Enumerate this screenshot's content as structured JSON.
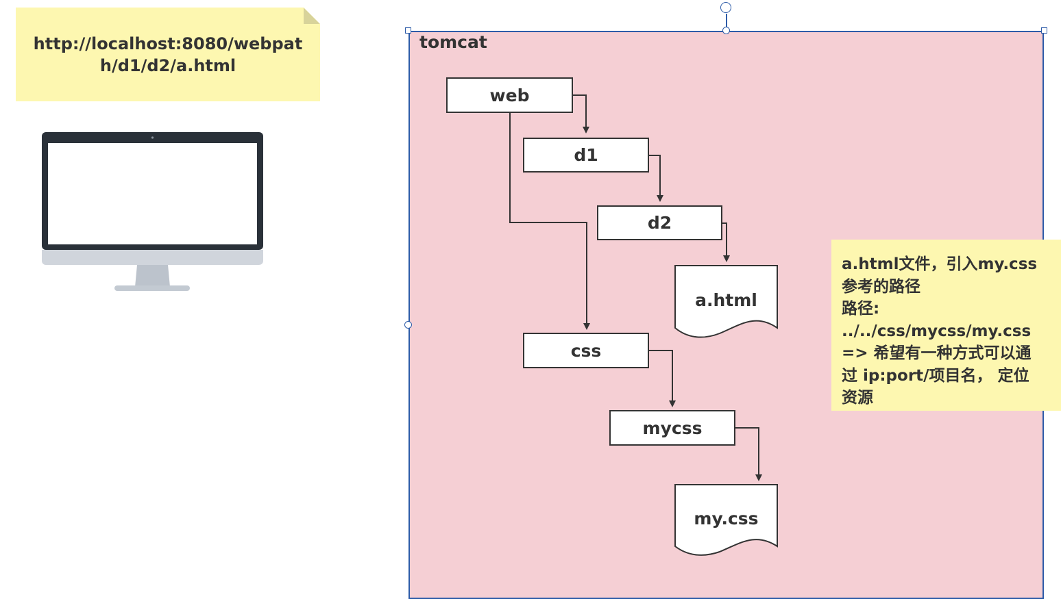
{
  "url_note": {
    "line1": "http://localhost:8080/webpat",
    "line2": "h/d1/d2/a.html"
  },
  "container": {
    "label": "tomcat",
    "fill_color": "#f5cfd4",
    "border_color": "#2d5ba8"
  },
  "folders": {
    "web": "web",
    "d1": "d1",
    "d2": "d2",
    "css": "css",
    "mycss": "mycss"
  },
  "files": {
    "a_html": "a.html",
    "my_css": "my.css"
  },
  "path_note": {
    "lines": [
      "a.html文件，引入my.css",
      "参考的路径",
      "路径:",
      "../../css/mycss/my.css",
      "=> 希望有一种方式可以通",
      "过 ip:port/项目名，  定位",
      "资源"
    ],
    "background": "#fdf7b0"
  },
  "icons": {
    "client": "monitor-icon"
  }
}
